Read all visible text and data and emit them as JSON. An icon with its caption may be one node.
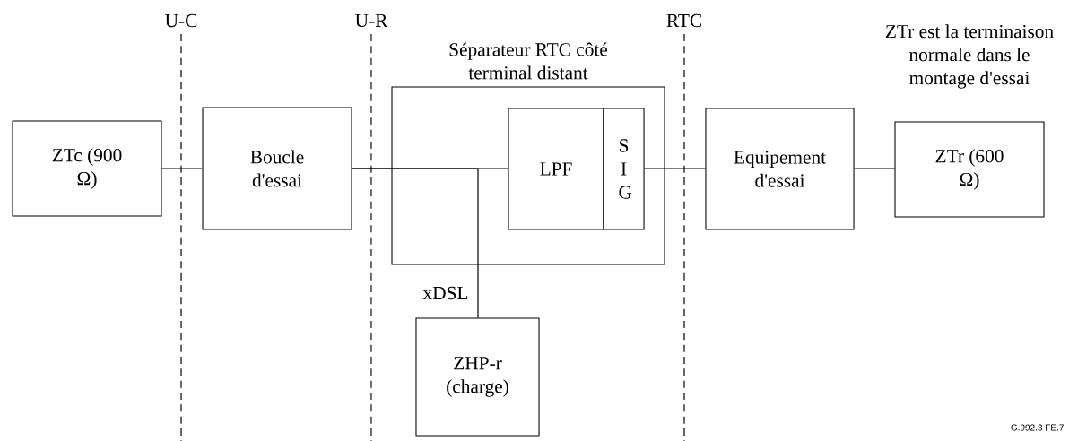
{
  "diagram": {
    "nodes": [
      {
        "text": [
          "ZTc (900 Ω)"
        ]
      },
      {
        "text": [
          "Boucle d'essai"
        ]
      },
      {
        "text": [
          "Séparateur RTC côté terminal distant"
        ]
      },
      {
        "text": [
          "LPF"
        ],
        "in": 2
      },
      {
        "text": [
          "S I G"
        ],
        "in": 2
      },
      {
        "text": [
          "ZHP-r (charge)"
        ]
      },
      {
        "text": [
          "Equipement d'essai"
        ]
      },
      {
        "text": [
          "ZTr (600 Ω)"
        ],
        "beside": [
          "ZTr est la terminaison normale dans le montage d'essai"
        ]
      }
    ],
    "edges": [
      {
        "from": 0,
        "to": 1,
        "arrow": "none"
      },
      {
        "from": 1,
        "to": 3,
        "arrow": "none"
      },
      {
        "from": 1,
        "to": 5,
        "arrow": "none",
        "label": "xDSL"
      },
      {
        "from": 4,
        "to": 6,
        "arrow": "none"
      },
      {
        "from": 6,
        "to": 7,
        "arrow": "none"
      }
    ],
    "labels": [
      "U-C",
      "U-R",
      "RTC",
      "G.992.3  FE.7"
    ]
  }
}
